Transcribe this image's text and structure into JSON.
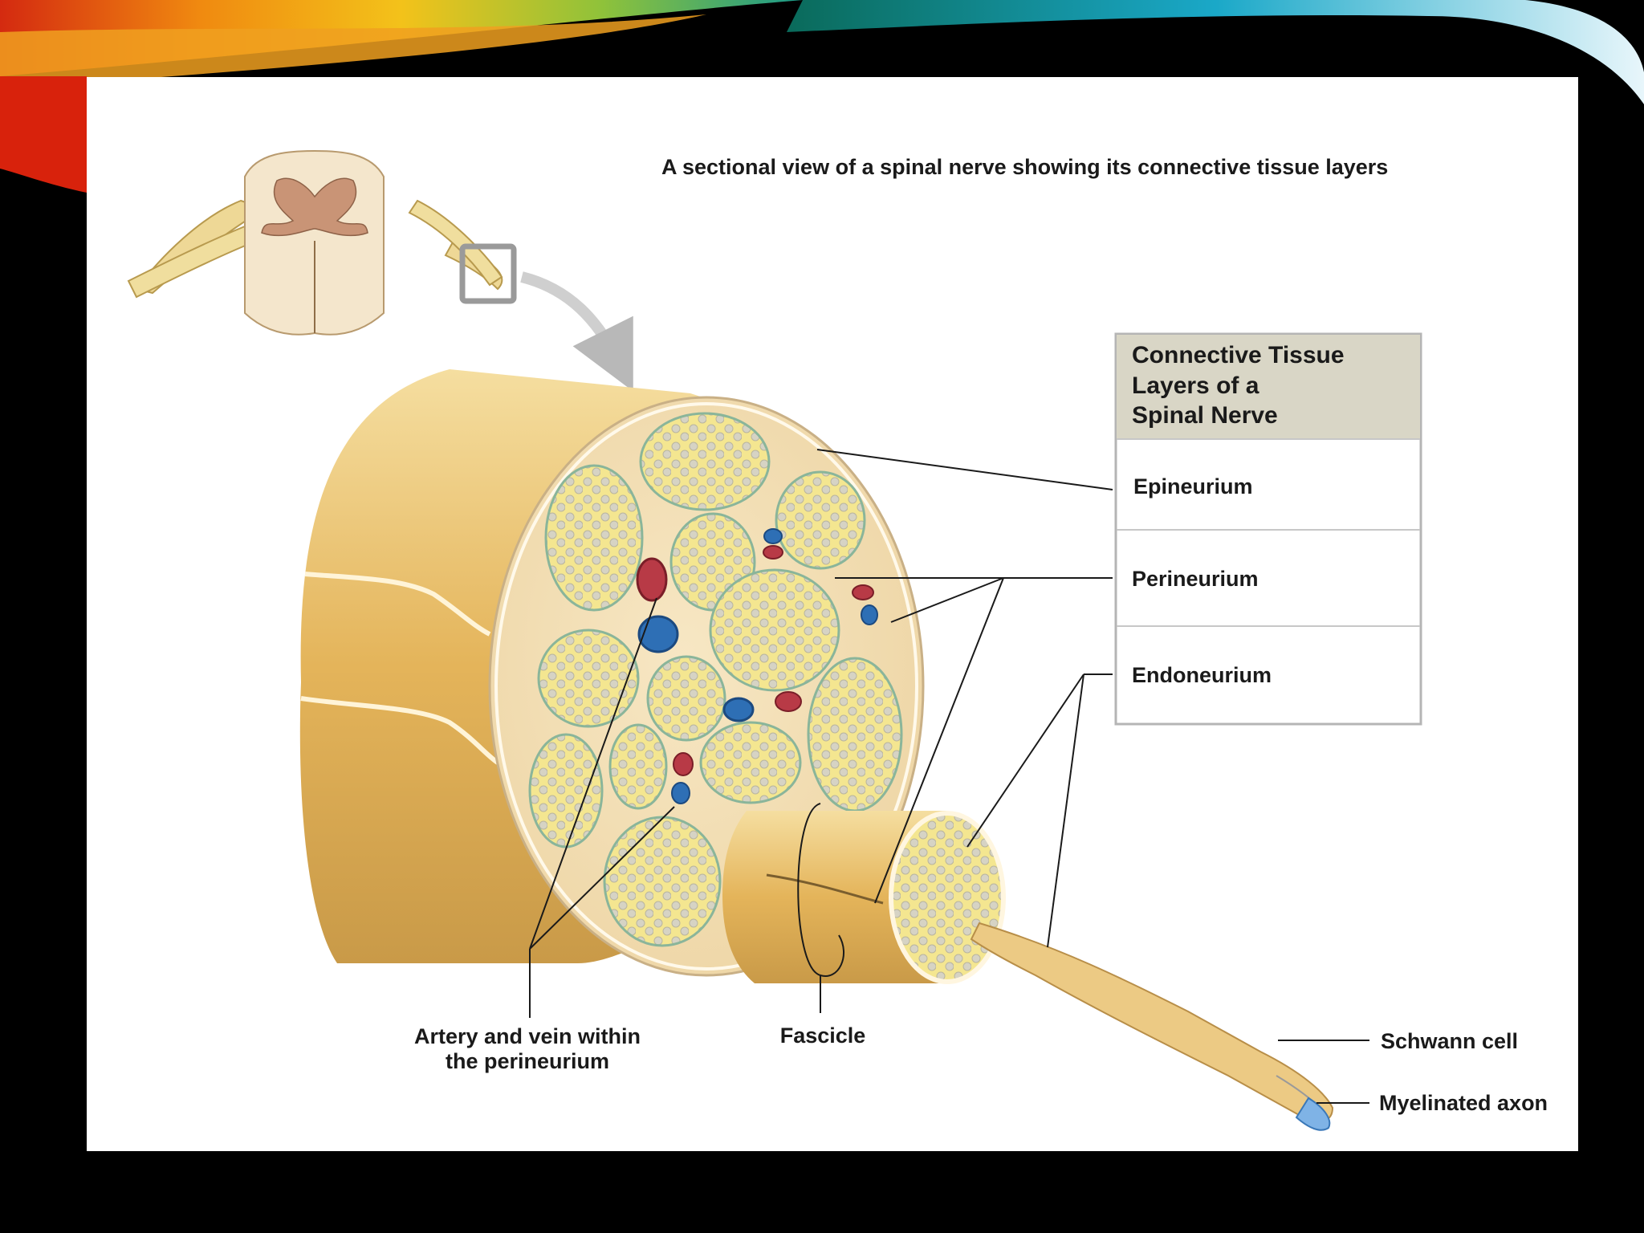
{
  "title": "A sectional view of a spinal nerve showing its connective tissue layers",
  "box": {
    "header_lines": [
      "Connective  Tissue",
      "Layers  of a",
      "Spinal  Nerve"
    ],
    "rows": [
      "Epineurium",
      "Perineurium",
      "Endoneurium"
    ]
  },
  "labels": {
    "artery_line1": "Artery and vein within",
    "artery_line2": "the perineurium",
    "fascicle": "Fascicle",
    "schwann": "Schwann cell",
    "axon": "Myelinated axon"
  },
  "colors": {
    "background": "#000000",
    "panel": "#ffffff",
    "box_header": "#d9d6c6",
    "nerve": "#e8c47c",
    "fascicle_fill": "#f3e79a",
    "artery": "#b83a46",
    "vein": "#2e6fb5"
  }
}
